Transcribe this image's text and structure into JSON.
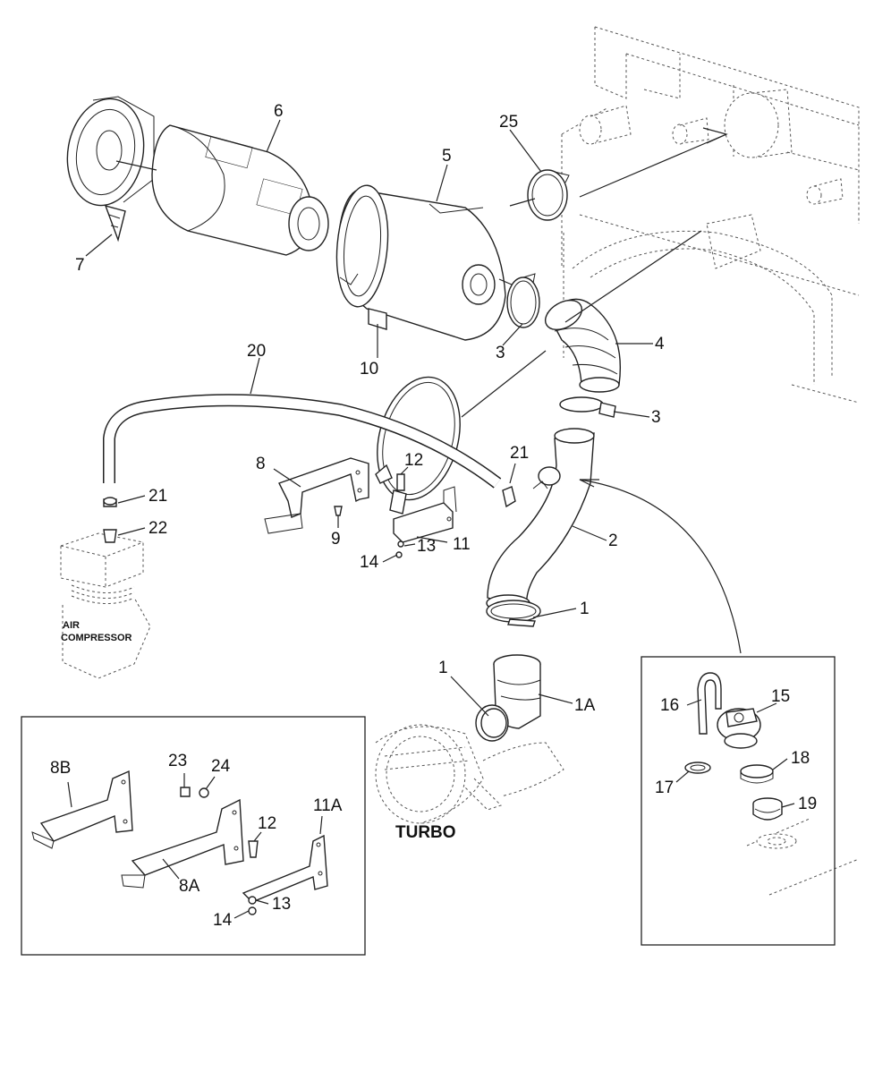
{
  "labels": {
    "p1_clamp_upper": "1",
    "p1_clamp_lower": "1",
    "p1a": "1A",
    "p2": "2",
    "p3_upper": "3",
    "p3_lower": "3",
    "p4": "4",
    "p5": "5",
    "p6": "6",
    "p7": "7",
    "p8": "8",
    "p9": "9",
    "p10": "10",
    "p11": "11",
    "p12": "12",
    "p13": "13",
    "p14": "14",
    "p20": "20",
    "p21_left": "21",
    "p21_right": "21",
    "p22": "22",
    "p25": "25",
    "turbo": "TURBO",
    "air_compressor_line1": "AIR",
    "air_compressor_line2": "COMPRESSOR"
  },
  "inset_left": {
    "p8b": "8B",
    "p8a": "8A",
    "p11a": "11A",
    "p12": "12",
    "p13": "13",
    "p14": "14",
    "p23": "23",
    "p24": "24"
  },
  "inset_right": {
    "p15": "15",
    "p16": "16",
    "p17": "17",
    "p18": "18",
    "p19": "19"
  },
  "colors": {
    "line": "#222222",
    "background": "#ffffff",
    "ghost": "#555555"
  }
}
